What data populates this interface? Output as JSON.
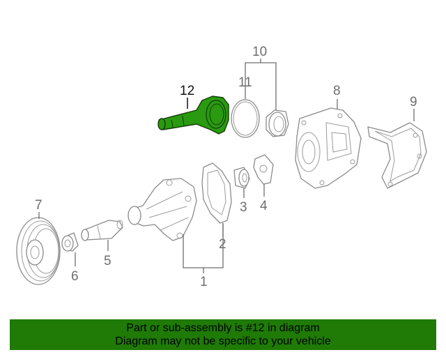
{
  "diagram": {
    "callouts": [
      "1",
      "2",
      "3",
      "4",
      "5",
      "6",
      "7",
      "8",
      "9",
      "10",
      "11",
      "12"
    ],
    "highlighted_callout": "12",
    "colors": {
      "highlight_part": "#2a9a10",
      "part_outline": "#8a8a8a",
      "banner_bg": "#1f7a06"
    }
  },
  "banner": {
    "line1": "Part or sub-assembly is #12 in diagram",
    "line2": "Diagram may not be specific to your vehicle"
  }
}
